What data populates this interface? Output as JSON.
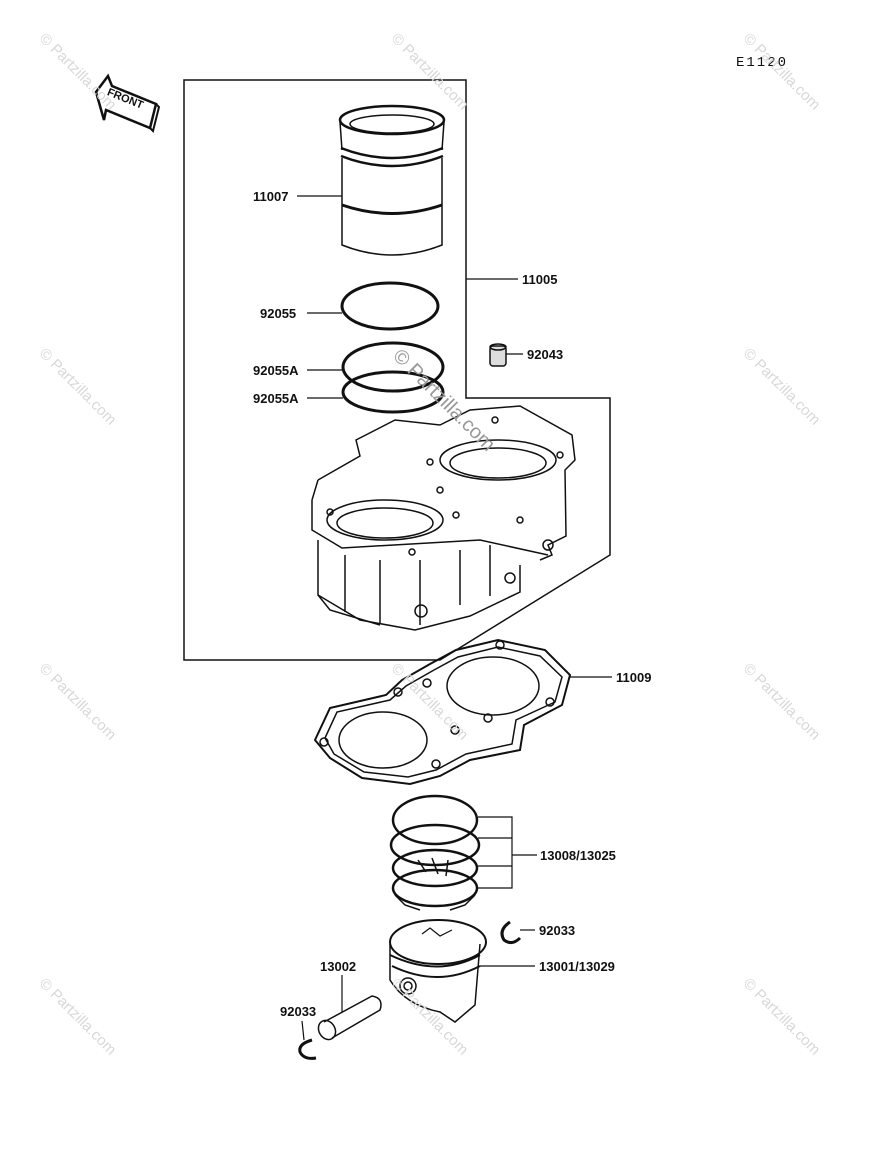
{
  "diagram": {
    "code": "E1120",
    "front_label": "FRONT",
    "watermark": "© Partzilla.com",
    "parts": {
      "p11007": "11007",
      "p11005": "11005",
      "p92055": "92055",
      "p92055A_1": "92055A",
      "p92055A_2": "92055A",
      "p92043": "92043",
      "p11009": "11009",
      "p13008": "13008/13025",
      "p92033_r": "92033",
      "p13001": "13001/13029",
      "p13002": "13002",
      "p92033_l": "92033"
    }
  }
}
